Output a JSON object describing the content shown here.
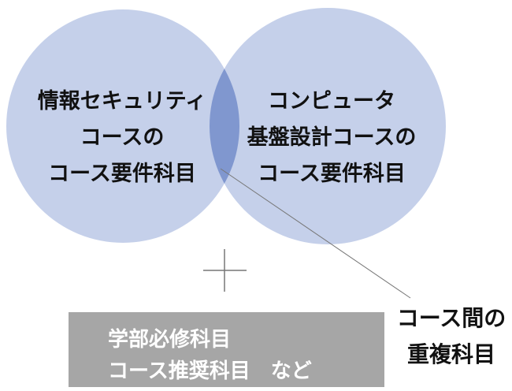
{
  "colors": {
    "circle_fill": "#9db0dd",
    "overlap_fill": "#7f95cf",
    "box_fill": "#a6a6a6",
    "box_text": "#ffffff",
    "text": "#111111",
    "line": "#666666"
  },
  "left_circle": {
    "lines": [
      "情報セキュリティ",
      "コースの",
      "コース要件科目"
    ]
  },
  "right_circle": {
    "lines": [
      "コンピュータ",
      "基盤設計コースの",
      "コース要件科目"
    ]
  },
  "plus_symbol": "+",
  "bottom_box": {
    "line1": "学部必修科目",
    "line2": "コース推奨科目　など"
  },
  "overlap_callout": {
    "lines": [
      "コース間の",
      "重複科目"
    ]
  }
}
